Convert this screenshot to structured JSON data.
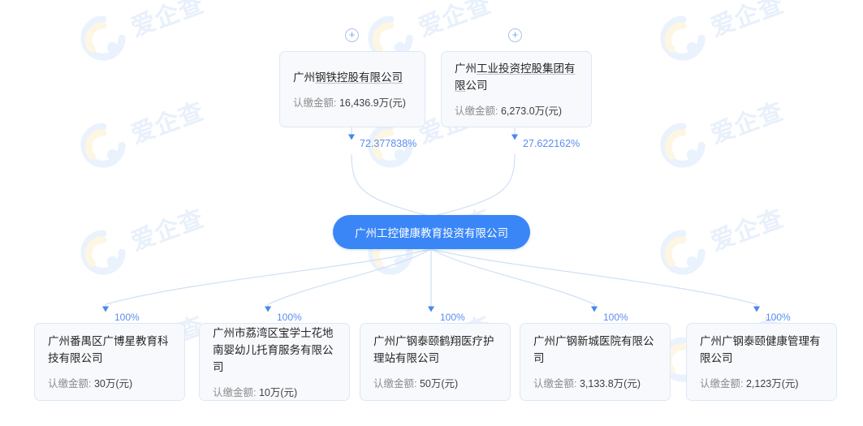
{
  "watermark": {
    "text": "爱企查",
    "logo_icon": "aiqicha-q-logo"
  },
  "root": {
    "name": "广州工控健康教育投资有限公司"
  },
  "shareholders": [
    {
      "name_plain": "广州钢铁控股有限公司",
      "name_prefix": "广州",
      "name_underlined": "钢铁控股有限公司",
      "name_suffix": "",
      "amount_label": "认缴金额:",
      "amount_value": "16,436.9万(元)",
      "percent": "72.377838%",
      "expand_icon": "plus-circle-icon"
    },
    {
      "name_plain": "广州工业投资控股集团有限公司",
      "name_prefix": "广州",
      "name_underlined": "工业投资控股集团有限",
      "name_suffix": "公司",
      "amount_label": "认缴金额:",
      "amount_value": "6,273.0万(元)",
      "percent": "27.622162%",
      "expand_icon": "plus-circle-icon"
    }
  ],
  "subsidiaries": [
    {
      "name": "广州番禺区广博星教育科技有限公司",
      "amount_label": "认缴金额:",
      "amount_value": "30万(元)",
      "percent": "100%"
    },
    {
      "name": "广州市荔湾区宝学士花地南婴幼儿托育服务有限公司",
      "amount_label": "认缴金额:",
      "amount_value": "10万(元)",
      "percent": "100%"
    },
    {
      "name": "广州广钢泰颐鹤翔医疗护理站有限公司",
      "amount_label": "认缴金额:",
      "amount_value": "50万(元)",
      "percent": "100%"
    },
    {
      "name": "广州广钢新城医院有限公司",
      "amount_label": "认缴金额:",
      "amount_value": "3,133.8万(元)",
      "percent": "100%"
    },
    {
      "name": "广州广钢泰颐健康管理有限公司",
      "amount_label": "认缴金额:",
      "amount_value": "2,123万(元)",
      "percent": "100%"
    }
  ],
  "colors": {
    "root_node": "#3a86f7",
    "card_bg": "#f7f9fc",
    "card_border": "#dce8f7",
    "edge": "#cfe0f7",
    "arrow": "#4a86f0",
    "percent_text": "#5c8df0"
  }
}
